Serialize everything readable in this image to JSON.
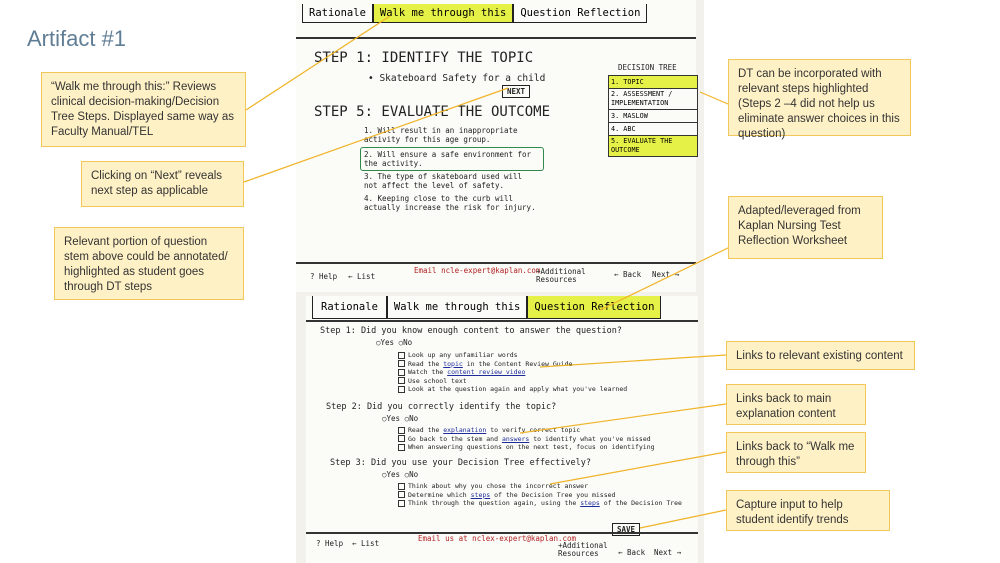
{
  "slide": {
    "title": "Artifact #1",
    "callouts": {
      "walk_me": "“Walk me through this:” Reviews clinical decision-making/Decision Tree Steps. Displayed same way as Faculty Manual/TEL",
      "next": "Clicking on “Next” reveals next step as applicable",
      "stem": "Relevant portion of question stem above could be annotated/ highlighted as student goes through DT steps",
      "dt": "DT can be incorporated with relevant steps highlighted (Steps 2 –4 did not help us eliminate answer choices in this question)",
      "kaplan": "Adapted/leveraged from Kaplan Nursing Test Reflection Worksheet",
      "links_existing": "Links to relevant existing content",
      "links_main": "Links back to main explanation content",
      "links_walk": "Links back to “Walk me through this”",
      "capture": "Capture input to help student identify trends"
    },
    "colors": {
      "callout_bg": "#fff1c6",
      "callout_border": "#f1c65a",
      "title": "#5f7d95",
      "highlight": "#e6f148",
      "leader": "#f0b429"
    }
  },
  "sketch_top": {
    "tabs": [
      "Rationale",
      "Walk me through this",
      "Question Reflection"
    ],
    "step1": "STEP 1: IDENTIFY THE TOPIC",
    "topic": "• Skateboard Safety for a child",
    "next_badge": "NEXT",
    "step5": "STEP 5: EVALUATE THE OUTCOME",
    "options": [
      "1. Will result in an inappropriate activity for this age group.",
      "2. Will ensure a safe environment for the activity.",
      "3. The type of skateboard used will not affect the level of safety.",
      "4. Keeping close to the curb will actually increase the risk for injury."
    ],
    "dt_title": "DECISION TREE",
    "dt_items": [
      "1. TOPIC",
      "2. ASSESSMENT / IMPLEMENTATION",
      "3. MASLOW",
      "4. ABC",
      "5. EVALUATE THE OUTCOME"
    ],
    "footer": {
      "help": "? Help",
      "list": "← List",
      "email": "Email ncle-expert@kaplan.com",
      "additional": "+Additional Resources",
      "back": "← Back",
      "next": "Next →"
    }
  },
  "sketch_bottom": {
    "tabs": [
      "Rationale",
      "Walk me through this",
      "Question Reflection"
    ],
    "step1": "Step 1: Did you know enough content to answer the question?",
    "yesno": "○Yes   ○No",
    "step1_items": [
      "Look up any unfamiliar words",
      "Read the",
      "Watch the",
      "Use school text",
      "Look at the question again and apply what you've learned"
    ],
    "step1_links": {
      "read": "topic",
      "read_rest": "in the Content Review Guide",
      "watch": "content review video"
    },
    "step2": "Step 2: Did you correctly identify the topic?",
    "step2_items": [
      "Read the",
      "Go back to the stem and",
      "When answering questions on the next test, focus on identifying"
    ],
    "step2_links": {
      "expl": "explanation",
      "expl_rest": "to verify correct topic",
      "answers": "answers",
      "answers_rest": "to identify what you've missed"
    },
    "step3": "Step 3: Did you use your Decision Tree effectively?",
    "step3_items": [
      "Think about why you chose the incorrect answer",
      "Determine which",
      "Think through the question again, using the"
    ],
    "step3_links": {
      "steps": "steps",
      "steps_rest": "of the Decision Tree you missed",
      "step": "steps",
      "step_rest": "of the Decision Tree"
    },
    "save": "SAVE",
    "footer": {
      "help": "? Help",
      "list": "← List",
      "email": "Email us at nclex-expert@kaplan.com",
      "additional": "+Additional Resources",
      "back": "← Back",
      "next": "Next →"
    }
  }
}
